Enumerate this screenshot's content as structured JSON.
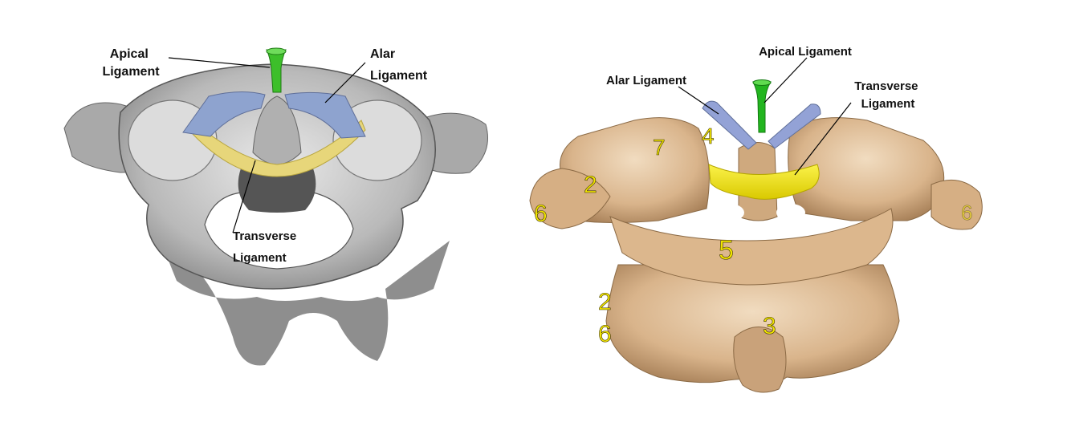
{
  "left_panel": {
    "labels": {
      "apical": [
        "Apical",
        "Ligament"
      ],
      "alar": [
        "Alar",
        "Ligament"
      ],
      "transverse": [
        "Transverse",
        "Ligament"
      ]
    },
    "colors": {
      "apical": "#3dbf2a",
      "alar": "#8ea3cf",
      "transverse": "#e7d67a",
      "bone": "#c9c9c9"
    }
  },
  "right_panel": {
    "labels": {
      "apical": "Apical Ligament",
      "alar": "Alar Ligament",
      "transverse": [
        "Transverse",
        "Ligament"
      ]
    },
    "numbers": {
      "n7": "7",
      "n4": "4",
      "n2_upper": "2",
      "n6_upper": "6",
      "n5": "5",
      "n2_lower": "2",
      "n6_lower": "6",
      "n3": "3",
      "n6_right": "6"
    },
    "colors": {
      "apical": "#22b51f",
      "alar": "#93a2d6",
      "transverse": "#f3e50a",
      "bone": "#d8b48c",
      "number": "#f2e600"
    }
  }
}
